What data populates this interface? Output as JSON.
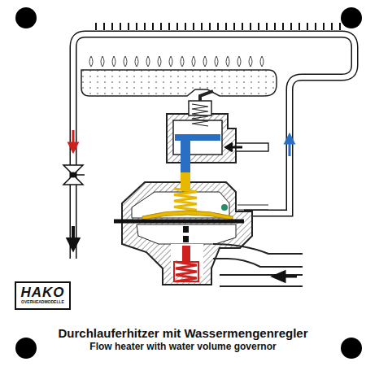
{
  "diagram": {
    "title": "Durchlauferhitzer mit Wassermengenregler",
    "caption": "Flow heater with water volume governor",
    "nodes": [
      {
        "text": [
          "HAKO",
          "OVERHEADMODELLE"
        ]
      }
    ]
  }
}
